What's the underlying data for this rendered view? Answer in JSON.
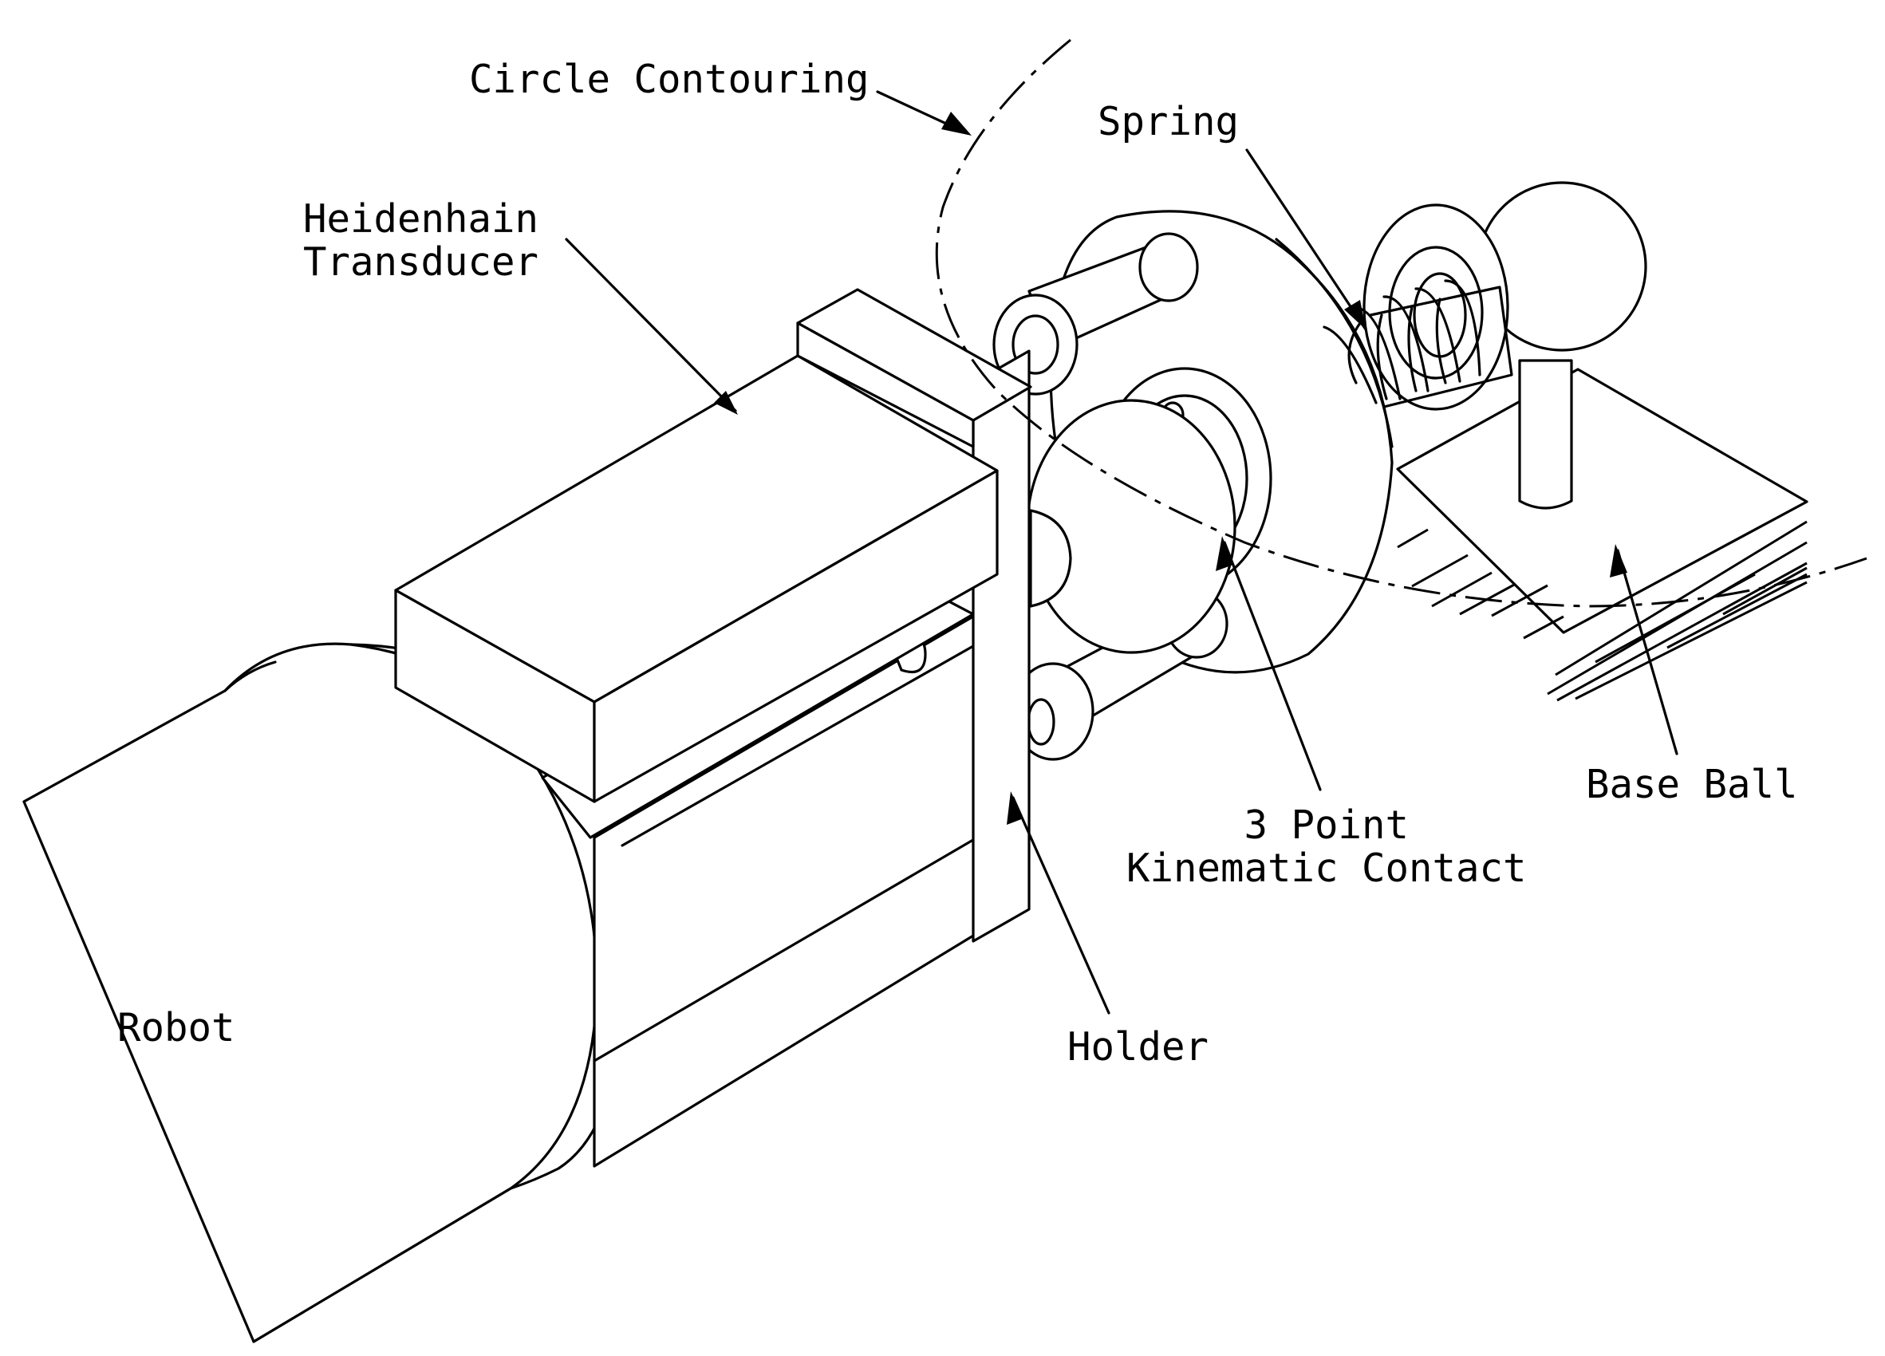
{
  "diagram": {
    "labels": {
      "circle_contouring": "Circle Contouring",
      "spring": "Spring",
      "heidenhain_line1": "Heidenhain",
      "heidenhain_line2": "Transducer",
      "three_point_line1": "3 Point",
      "three_point_line2": "Kinematic Contact",
      "base_ball": "Base Ball",
      "robot": "Robot",
      "holder": "Holder"
    }
  }
}
